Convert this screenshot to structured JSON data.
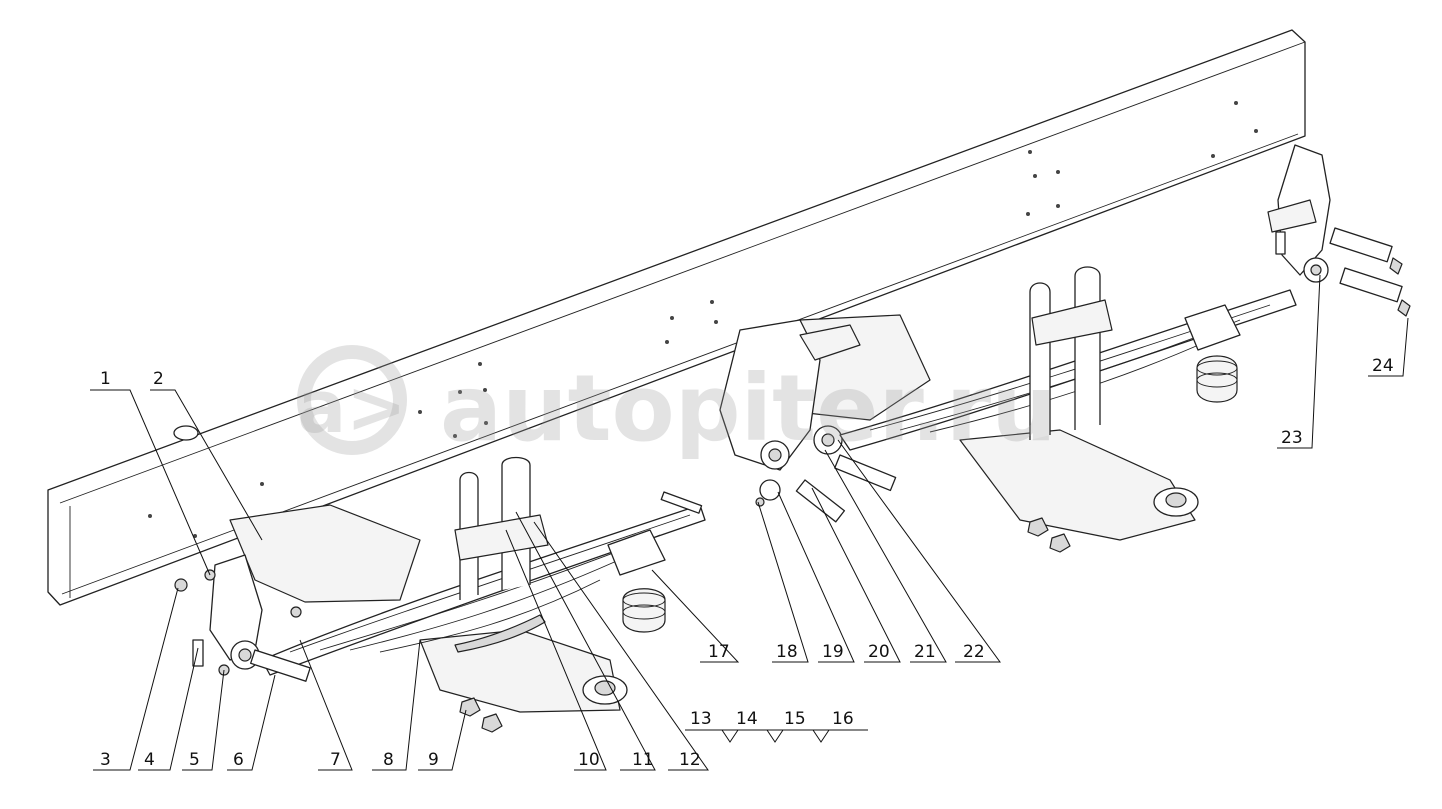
{
  "watermark": {
    "symbol": "a>",
    "text": "autopiter.ru"
  },
  "callouts": [
    {
      "id": "1",
      "label": "1"
    },
    {
      "id": "2",
      "label": "2"
    },
    {
      "id": "3",
      "label": "3"
    },
    {
      "id": "4",
      "label": "4"
    },
    {
      "id": "5",
      "label": "5"
    },
    {
      "id": "6",
      "label": "6"
    },
    {
      "id": "7",
      "label": "7"
    },
    {
      "id": "8",
      "label": "8"
    },
    {
      "id": "9",
      "label": "9"
    },
    {
      "id": "10",
      "label": "10"
    },
    {
      "id": "11",
      "label": "11"
    },
    {
      "id": "12",
      "label": "12"
    },
    {
      "id": "13",
      "label": "13"
    },
    {
      "id": "14",
      "label": "14"
    },
    {
      "id": "15",
      "label": "15"
    },
    {
      "id": "16",
      "label": "16"
    },
    {
      "id": "17",
      "label": "17"
    },
    {
      "id": "18",
      "label": "18"
    },
    {
      "id": "19",
      "label": "19"
    },
    {
      "id": "20",
      "label": "20"
    },
    {
      "id": "21",
      "label": "21"
    },
    {
      "id": "22",
      "label": "22"
    },
    {
      "id": "23",
      "label": "23"
    },
    {
      "id": "24",
      "label": "24"
    }
  ]
}
